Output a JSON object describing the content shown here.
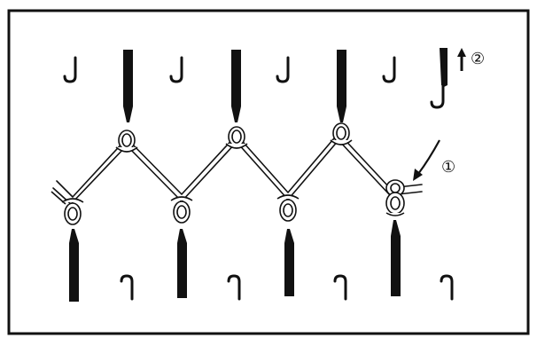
{
  "figure": {
    "labels": {
      "step_1": "①",
      "step_2": "②"
    },
    "colors": {
      "ink": "#111111",
      "paper": "#ffffff"
    },
    "icons": [
      "needle",
      "sinker-hook",
      "yarn-loop",
      "arrow"
    ]
  }
}
